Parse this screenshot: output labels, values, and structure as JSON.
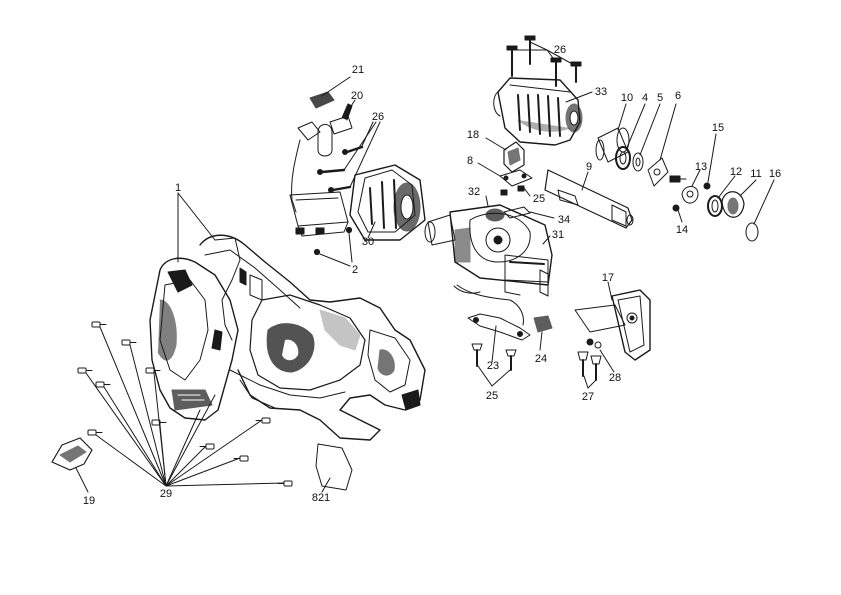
{
  "diagram": {
    "background": "#ffffff",
    "line_color": "#1a1a1a",
    "callouts": [
      {
        "id": "c1",
        "text": "1"
      },
      {
        "id": "c2",
        "text": "2"
      },
      {
        "id": "c4",
        "text": "4"
      },
      {
        "id": "c5",
        "text": "5"
      },
      {
        "id": "c6",
        "text": "6"
      },
      {
        "id": "c8",
        "text": "8"
      },
      {
        "id": "c9",
        "text": "9"
      },
      {
        "id": "c10",
        "text": "10"
      },
      {
        "id": "c11",
        "text": "11"
      },
      {
        "id": "c12",
        "text": "12"
      },
      {
        "id": "c13",
        "text": "13"
      },
      {
        "id": "c14",
        "text": "14"
      },
      {
        "id": "c15",
        "text": "15"
      },
      {
        "id": "c16",
        "text": "16"
      },
      {
        "id": "c17",
        "text": "17"
      },
      {
        "id": "c18",
        "text": "18"
      },
      {
        "id": "c19",
        "text": "19"
      },
      {
        "id": "c20",
        "text": "20"
      },
      {
        "id": "c21",
        "text": "21"
      },
      {
        "id": "c23",
        "text": "23"
      },
      {
        "id": "c24",
        "text": "24"
      },
      {
        "id": "c25a",
        "text": "25"
      },
      {
        "id": "c25b",
        "text": "25"
      },
      {
        "id": "c26a",
        "text": "26"
      },
      {
        "id": "c26b",
        "text": "26"
      },
      {
        "id": "c27",
        "text": "27"
      },
      {
        "id": "c28",
        "text": "28"
      },
      {
        "id": "c29",
        "text": "29"
      },
      {
        "id": "c30",
        "text": "30"
      },
      {
        "id": "c31",
        "text": "31"
      },
      {
        "id": "c32",
        "text": "32"
      },
      {
        "id": "c33",
        "text": "33"
      },
      {
        "id": "c34",
        "text": "34"
      },
      {
        "id": "c821",
        "text": "821"
      }
    ]
  }
}
